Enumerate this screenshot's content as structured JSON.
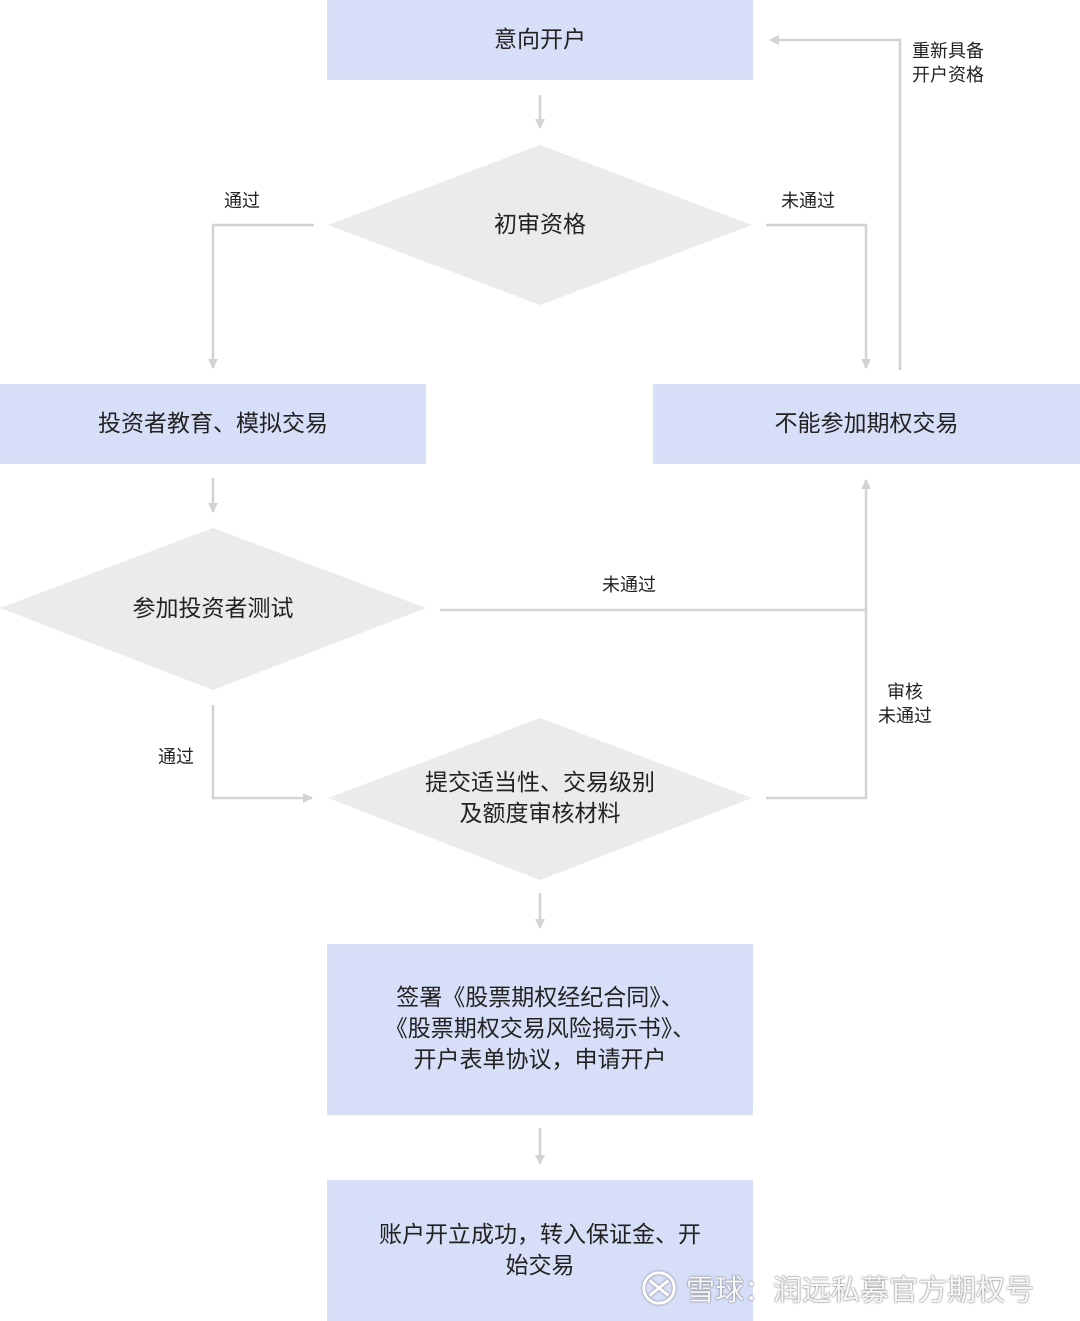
{
  "nodes": {
    "intent": "意向开户",
    "initial_review": "初审资格",
    "education": "投资者教育、模拟交易",
    "cannot_trade": "不能参加期权交易",
    "investor_test": "参加投资者测试",
    "submit_materials": "提交适当性、交易级别\n及额度审核材料",
    "sign_contracts": "签署《股票期权经纪合同》、\n《股票期权交易风险揭示书》、\n开户表单协议，申请开户",
    "account_success": "账户开立成功，转入保证金、开\n始交易"
  },
  "edges": {
    "pass_initial": "通过",
    "fail_initial": "未通过",
    "requalify": "重新具备\n开户资格",
    "fail_test": "未通过",
    "pass_test": "通过",
    "fail_review": "审核\n未通过"
  },
  "colors": {
    "box_fill": "#d6def8",
    "diamond_fill": "#ebebeb",
    "connector": "#d3d3d3"
  },
  "watermark": {
    "icon": "snowball-logo-icon",
    "text": "雪球：润远私募官方期权号"
  }
}
